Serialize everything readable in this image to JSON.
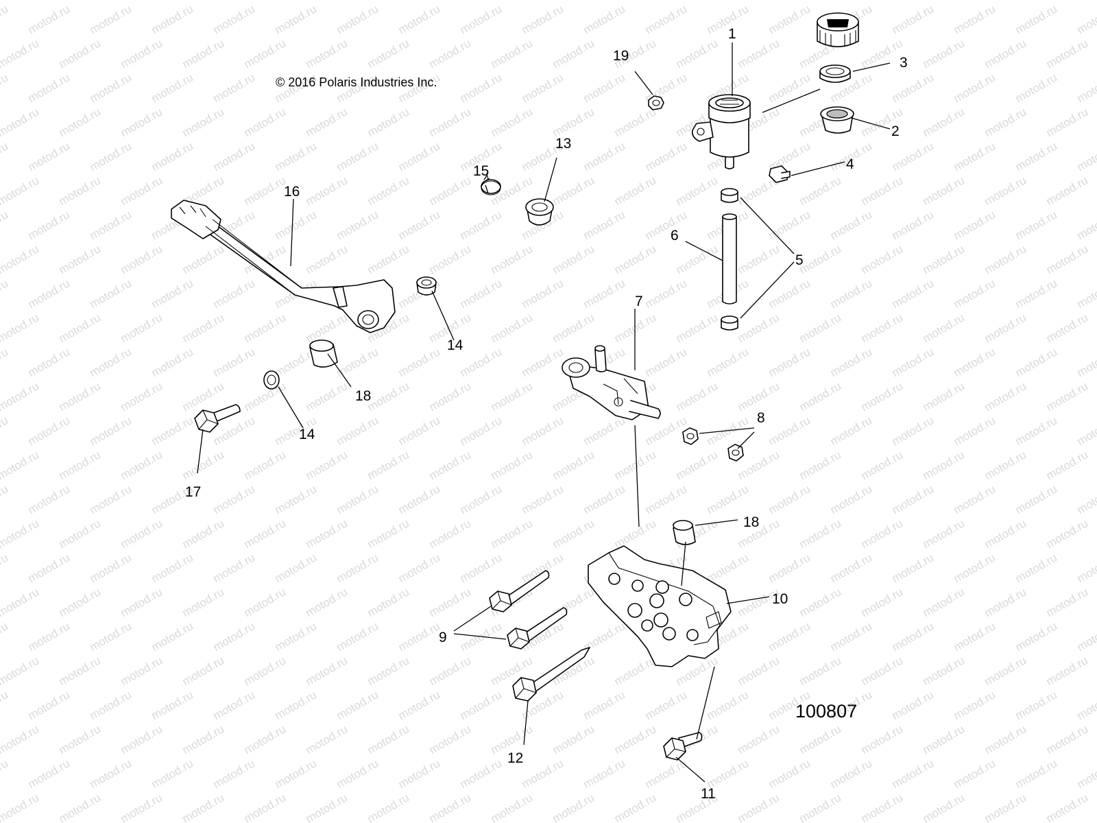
{
  "copyright": "© 2016 Polaris Industries Inc.",
  "drawing_number": "100807",
  "watermark_text": "motod.ru",
  "callouts": {
    "c1": "1",
    "c2": "2",
    "c3": "3",
    "c4": "4",
    "c5": "5",
    "c6": "6",
    "c7": "7",
    "c8": "8",
    "c9": "9",
    "c10": "10",
    "c11": "11",
    "c12": "12",
    "c13": "13",
    "c14a": "14",
    "c14b": "14",
    "c15": "15",
    "c16": "16",
    "c17": "17",
    "c18a": "18",
    "c18b": "18",
    "c19": "19"
  }
}
